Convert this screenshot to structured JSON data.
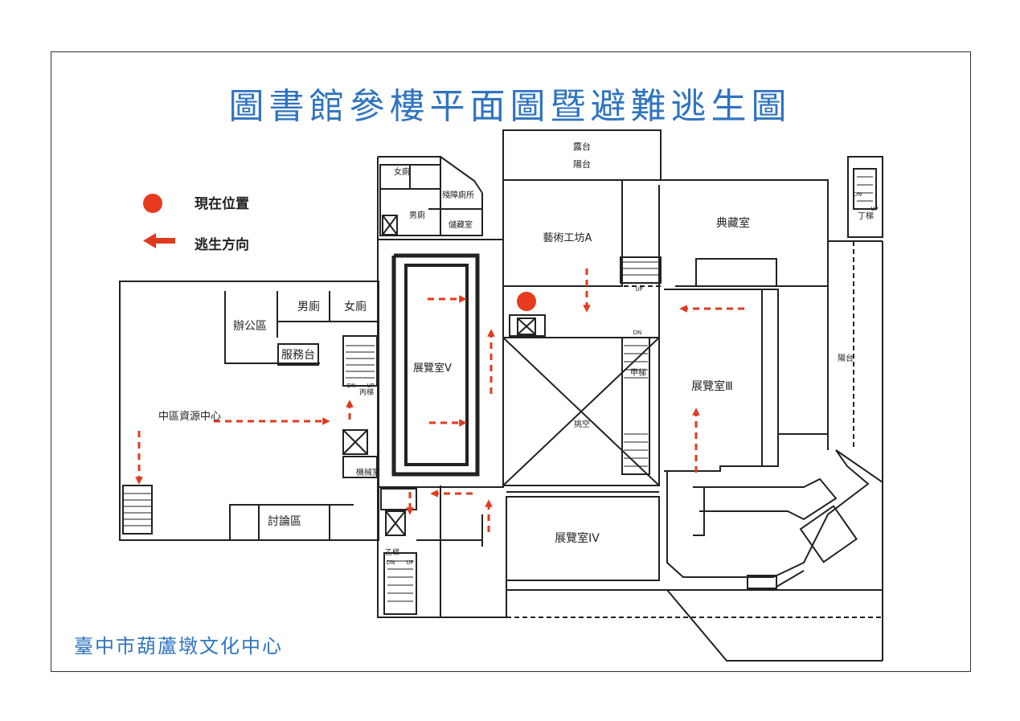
{
  "title": "圖書館參樓平面圖暨避難逃生圖",
  "footer": "臺中市葫蘆墩文化中心",
  "legend": {
    "current_location": "現在位置",
    "escape_direction": "逃生方向"
  },
  "rooms": {
    "terrace": "露台",
    "balcony_top": "陽台",
    "womens_restroom_small": "女廁",
    "mens_restroom_small": "男廁",
    "accessible_restroom": "殘障廁所",
    "storage": "儲藏室",
    "art_workshop": "藝術工坊A",
    "collection_room": "典藏室",
    "stair_ding": "丁梯",
    "mens_restroom": "男廁",
    "womens_restroom": "女廁",
    "office": "辦公區",
    "service_desk": "服務台",
    "resource_center": "中區資源中心",
    "gallery5": "展覽室V",
    "void": "挑空",
    "stair_jia": "甲梯",
    "gallery3": "展覽室Ⅲ",
    "balcony_right": "陽台",
    "stair_bing": "丙梯",
    "machine_room": "機械室",
    "discussion": "討論區",
    "gallery4": "展覽室IV",
    "stair_yi": "乙梯",
    "dn": "DN",
    "up": "UP"
  },
  "colors": {
    "title": "#2f74c0",
    "marker": "#e63b1f",
    "arrow": "#e03a1e",
    "wall": "#222222"
  }
}
